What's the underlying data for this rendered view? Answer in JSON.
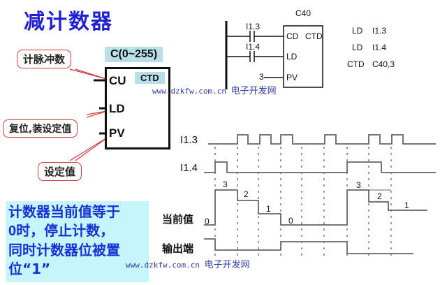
{
  "title": "减计数器",
  "counter_block": {
    "range_label": "C(0~255)",
    "type_label": "CTD",
    "pins": [
      "CU",
      "LD",
      "PV"
    ]
  },
  "callouts": {
    "pulse": "计脉冲数",
    "reset": "复位,装设定值",
    "preset": "设定值"
  },
  "ladder": {
    "counter_name": "C40",
    "contact1": "I1.3",
    "contact2": "I1.4",
    "pin_cd": "CD",
    "pin_type": "CTD",
    "pin_ld": "LD",
    "pin_pv": "PV",
    "pv_value": "3"
  },
  "instructions": [
    {
      "op": "LD",
      "arg": "I1.3"
    },
    {
      "op": "LD",
      "arg": "I1.4"
    },
    {
      "op": "CTD",
      "arg": "C40,3"
    }
  ],
  "note": {
    "line1": "计数器当前值等于",
    "line2_num": "0",
    "line2": "时，停止计数，",
    "line3": "同时计数器位被置",
    "line4": "位“1”"
  },
  "timing": {
    "signal_i13": "I1.3",
    "signal_i14": "I1.4",
    "current_value_label": "当前值",
    "output_label": "输出端",
    "value_labels": [
      "0",
      "3",
      "2",
      "1",
      "0",
      "3",
      "2",
      "1"
    ]
  },
  "watermark": {
    "url": "www.dzkfw.com.cn",
    "name": "电子开发网"
  }
}
